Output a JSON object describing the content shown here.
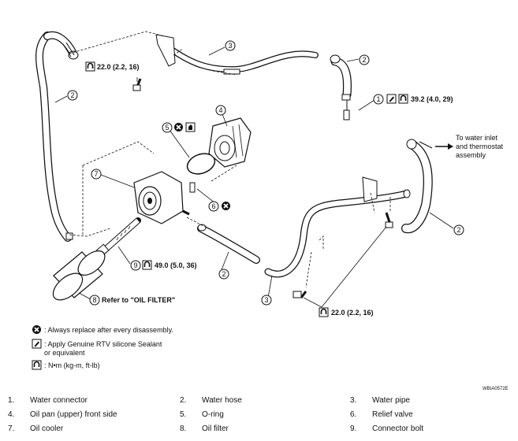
{
  "diagram": {
    "callouts": {
      "c1": "1",
      "c2a": "2",
      "c2b": "2",
      "c2c": "2",
      "c2d": "2",
      "c3a": "3",
      "c3b": "3",
      "c4": "4",
      "c5": "5",
      "c6": "6",
      "c7": "7",
      "c8": "8",
      "c9": "9"
    },
    "torque": {
      "t_top": "22.0 (2.2, 16)",
      "t_right": "39.2 (4.0, 29)",
      "t_center": "49.0 (5.0, 36)",
      "t_bottom": "22.0 (2.2, 16)"
    },
    "oil_filter_ref": "Refer to \"OIL FILTER\"",
    "water_inlet_note": [
      "To water inlet",
      "and thermostat",
      "assembly"
    ],
    "figure_code": "WBIA0572E"
  },
  "symbols_legend": [
    {
      "icon": "always-replace-icon",
      "lines": [
        ": Always replace after every disassembly."
      ]
    },
    {
      "icon": "rtv-sealant-icon",
      "lines": [
        ": Apply Genuine RTV silicone Sealant",
        "  or equivalent"
      ]
    },
    {
      "icon": "torque-icon",
      "lines": [
        ": N•m (kg-m, ft-lb)"
      ]
    }
  ],
  "parts_legend": [
    {
      "num": "1.",
      "name": "Water connector"
    },
    {
      "num": "2.",
      "name": "Water hose"
    },
    {
      "num": "3.",
      "name": "Water pipe"
    },
    {
      "num": "4.",
      "name": "Oil pan (upper) front side"
    },
    {
      "num": "5.",
      "name": "O-ring"
    },
    {
      "num": "6.",
      "name": "Relief valve"
    },
    {
      "num": "7.",
      "name": "Oil cooler"
    },
    {
      "num": "8.",
      "name": "Oil filter"
    },
    {
      "num": "9.",
      "name": "Connector bolt"
    }
  ]
}
